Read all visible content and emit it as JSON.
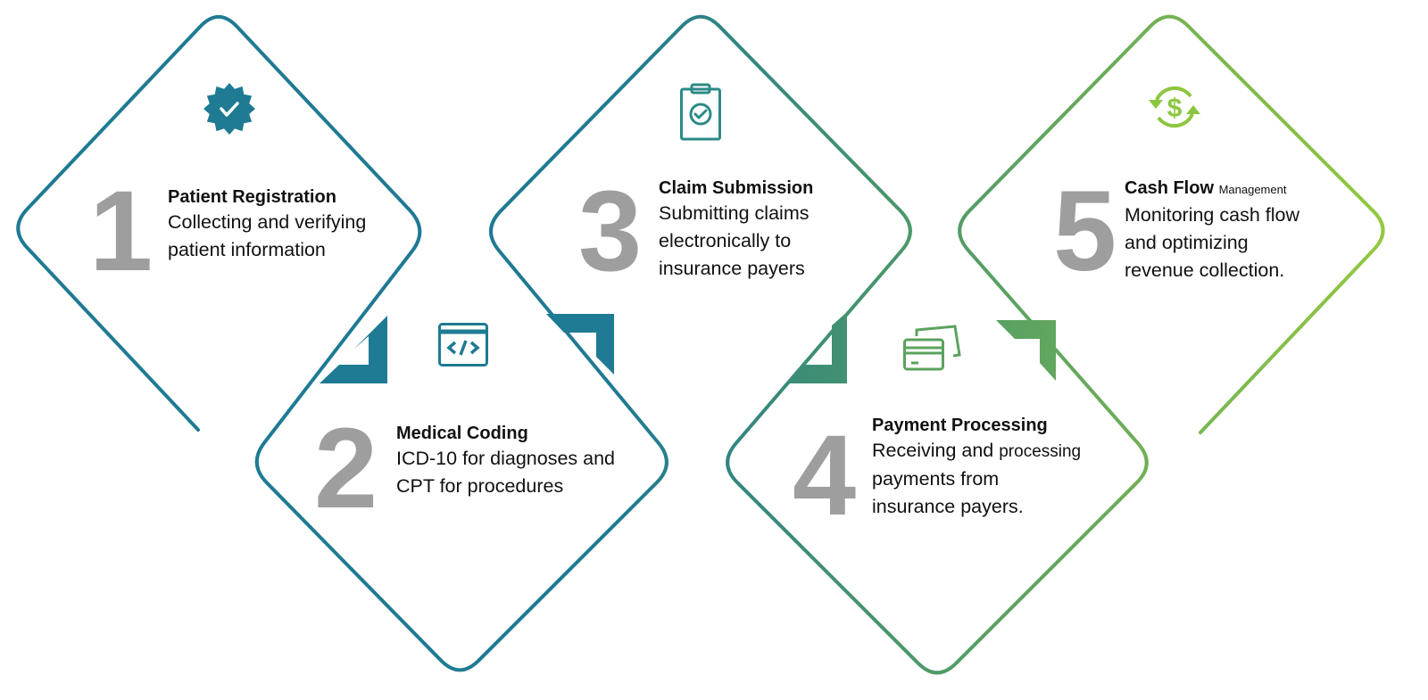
{
  "colors": {
    "start": "#1f7a93",
    "mid": "#44926f",
    "end": "#9acd3c",
    "number": "#9e9e9e"
  },
  "steps": [
    {
      "number": "1",
      "title": "Patient Registration",
      "lines": [
        "Collecting and verifying",
        "patient information"
      ],
      "icon": "badge-check-icon"
    },
    {
      "number": "2",
      "title": "Medical Coding",
      "lines": [
        "ICD-10 for diagnoses and",
        "CPT for procedures"
      ],
      "icon": "code-window-icon"
    },
    {
      "number": "3",
      "title": "Claim Submission",
      "lines": [
        "Submitting claims",
        "electronically to",
        "insurance payers"
      ],
      "icon": "clipboard-check-icon"
    },
    {
      "number": "4",
      "title": "Payment Processing",
      "line1a": "Receiving and ",
      "line1b": "processing",
      "lines": [
        "payments from",
        "insurance payers."
      ],
      "icon": "credit-cards-icon"
    },
    {
      "number": "5",
      "title": "Cash Flow",
      "title_small": "Management",
      "lines": [
        "Monitoring cash flow",
        "and optimizing",
        "revenue collection."
      ],
      "icon": "dollar-cycle-icon"
    }
  ]
}
